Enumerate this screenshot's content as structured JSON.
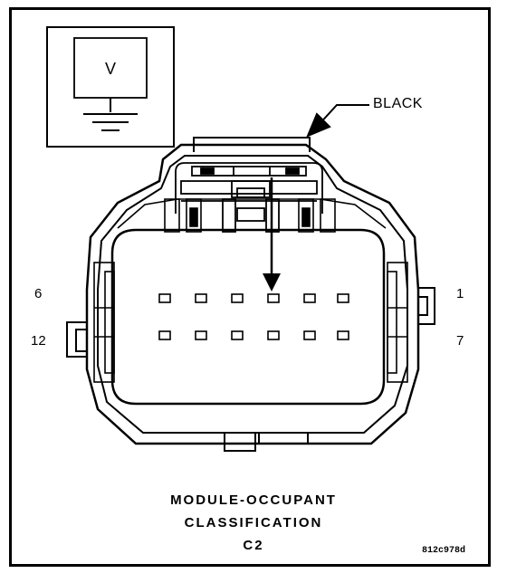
{
  "meter": {
    "symbol": "V"
  },
  "wire": {
    "color_label": "BLACK"
  },
  "pins": {
    "top_left": "6",
    "bottom_left": "12",
    "top_right": "1",
    "bottom_right": "7"
  },
  "title": {
    "line1": "MODULE-OCCUPANT",
    "line2": "CLASSIFICATION",
    "line3": "C2"
  },
  "figure_code": "812c978d"
}
